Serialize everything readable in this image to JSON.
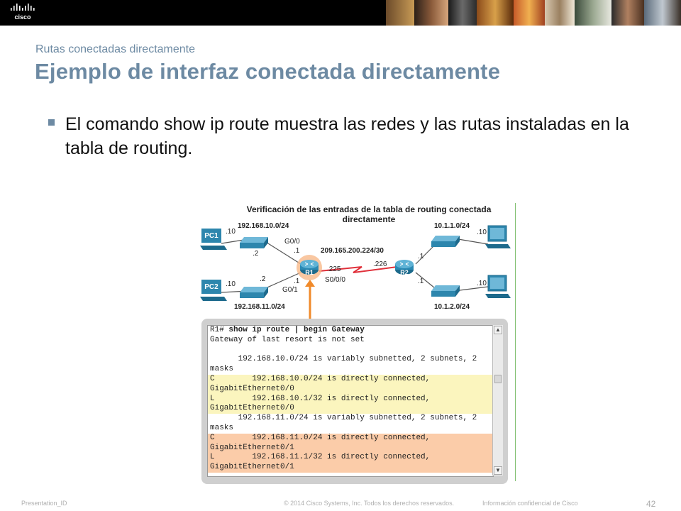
{
  "header": {
    "logo_text": "cisco",
    "colors": {
      "bar": "#000000",
      "accent": "#6d8aa3"
    }
  },
  "slide": {
    "subtitle": "Rutas conectadas directamente",
    "title": "Ejemplo de interfaz conectada directamente",
    "bullet": "El comando show ip route muestra las redes y las rutas instaladas en la tabla de routing."
  },
  "figure": {
    "title_line1": "Verificación de las entradas de la tabla de routing conectada",
    "title_line2": "directamente",
    "devices": {
      "pc1": "PC1",
      "pc2": "PC2",
      "r1": "R1",
      "r2": "R2"
    },
    "networks": {
      "lan1": "192.168.10.0/24",
      "lan2": "192.168.11.0/24",
      "wan": "209.165.200.224/30",
      "lan3": "10.1.1.0/24",
      "lan4": "10.1.2.0/24"
    },
    "interfaces": {
      "pc1_host": ".10",
      "sw1_host": ".2",
      "r1_g00_name": "G0/0",
      "r1_g00_host": ".1",
      "pc2_host": ".10",
      "sw2_host": ".2",
      "r1_g01_host": ".1",
      "r1_g01_name": "G0/1",
      "r1_s000_host": ".225",
      "r1_s000_name": "S0/0/0",
      "r2_s_host": ".226",
      "r2_lan3_host": ".1",
      "r2_lan4_host": ".1",
      "pc3_host": ".10",
      "pc4_host": ".10"
    },
    "terminal_lines": [
      {
        "text": "R1# show ip route | begin Gateway",
        "style": "cmd"
      },
      {
        "text": "Gateway of last resort is not set",
        "style": ""
      },
      {
        "text": "",
        "style": ""
      },
      {
        "text": "      192.168.10.0/24 is variably subnetted, 2 subnets, 2",
        "style": ""
      },
      {
        "text": "masks",
        "style": ""
      },
      {
        "text": "C        192.168.10.0/24 is directly connected,",
        "style": "yellow"
      },
      {
        "text": "GigabitEthernet0/0",
        "style": "yellow"
      },
      {
        "text": "L        192.168.10.1/32 is directly connected,",
        "style": "yellow"
      },
      {
        "text": "GigabitEthernet0/0",
        "style": "yellow"
      },
      {
        "text": "      192.168.11.0/24 is variably subnetted, 2 subnets, 2",
        "style": ""
      },
      {
        "text": "masks",
        "style": ""
      },
      {
        "text": "C        192.168.11.0/24 is directly connected,",
        "style": "orange"
      },
      {
        "text": "GigabitEthernet0/1",
        "style": "orange"
      },
      {
        "text": "L        192.168.11.1/32 is directly connected,",
        "style": "orange"
      },
      {
        "text": "GigabitEthernet0/1",
        "style": "orange"
      }
    ]
  },
  "footer": {
    "presentation_id": "Presentation_ID",
    "copyright": "© 2014 Cisco Systems, Inc. Todos los derechos reservados.",
    "confidential": "Información confidencial de Cisco",
    "page_number": "42"
  }
}
